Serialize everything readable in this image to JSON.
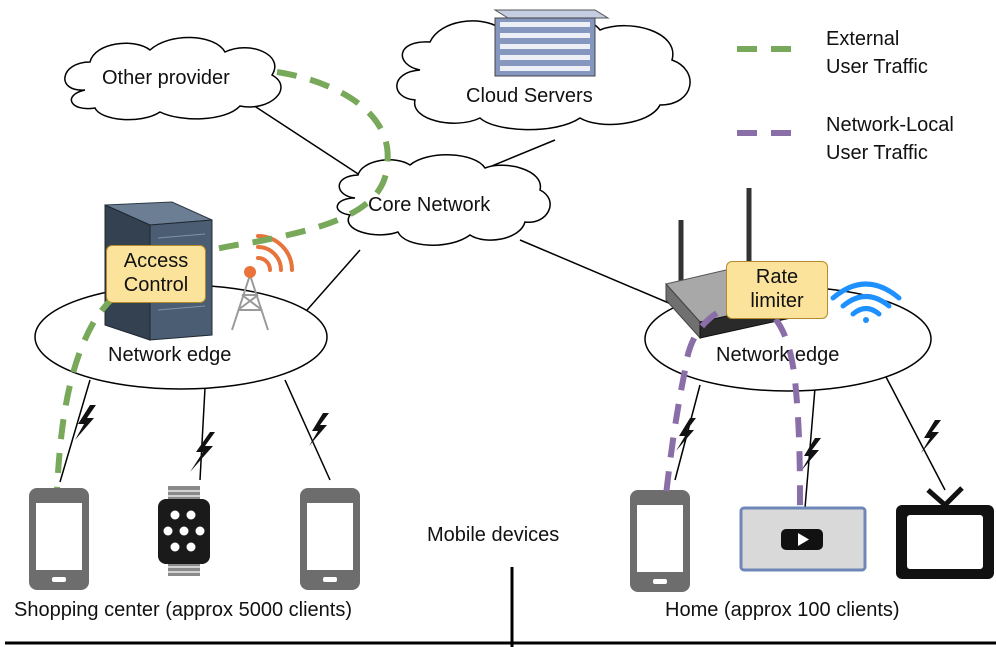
{
  "nodes": {
    "other_provider": "Other provider",
    "cloud_servers": "Cloud Servers",
    "core_network": "Core Network",
    "edge_left": "Network edge",
    "edge_right": "Network edge"
  },
  "badges": {
    "access_control_line1": "Access",
    "access_control_line2": "Control",
    "rate_limiter_line1": "Rate",
    "rate_limiter_line2": "limiter"
  },
  "legend": {
    "external_line1": "External",
    "external_line2": "User Traffic",
    "local_line1": "Network-Local",
    "local_line2": "User Traffic"
  },
  "labels": {
    "mobile_devices": "Mobile devices",
    "shopping_center": "Shopping center (approx 5000 clients)",
    "home": "Home (approx 100 clients)"
  },
  "colors": {
    "external_traffic": "#78a85a",
    "local_traffic": "#8a6ea8",
    "badge_fill": "#fbe39b",
    "wifi": "#1e90ff",
    "antenna_signal": "#e8743b",
    "device_gray": "#6d6d6d"
  },
  "icons": [
    "server-rack-icon",
    "server-cabinet-icon",
    "cell-tower-icon",
    "wifi-router-icon",
    "wifi-icon",
    "smartphone-icon",
    "smartwatch-icon",
    "tablet-icon",
    "youtube-icon",
    "tv-icon",
    "lightning-icon"
  ]
}
